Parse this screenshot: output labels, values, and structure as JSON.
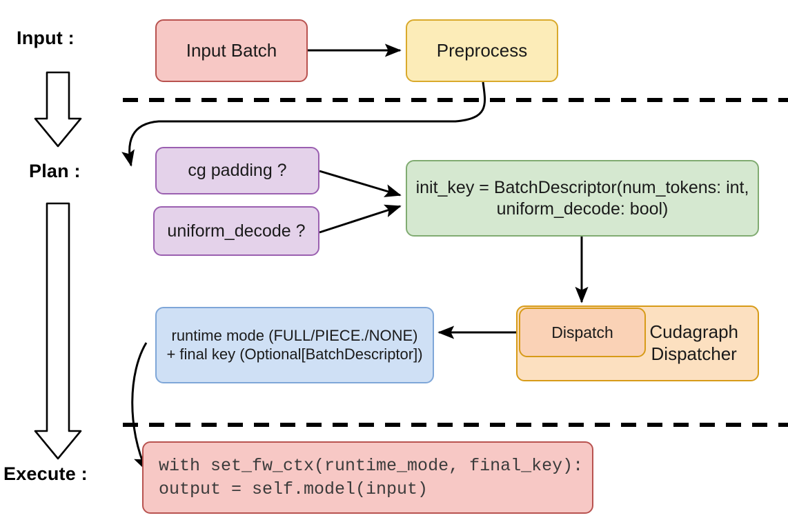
{
  "diagram": {
    "title_labels": {
      "input": "Input :",
      "plan": "Plan :",
      "execute": "Execute :"
    },
    "nodes": {
      "input_batch": {
        "label": "Input Batch",
        "fill": "#f7c8c5",
        "stroke": "#b8524f",
        "font_size": "26"
      },
      "preprocess": {
        "label": "Preprocess",
        "fill": "#fcecb8",
        "stroke": "#d9a92b",
        "font_size": "26"
      },
      "cg_padding": {
        "label": "cg padding ?",
        "fill": "#e4d2ea",
        "stroke": "#9a5fb0",
        "font_size": "25"
      },
      "uniform_decode": {
        "label": "uniform_decode ?",
        "fill": "#e4d2ea",
        "stroke": "#9a5fb0",
        "font_size": "25"
      },
      "init_key": {
        "label": "init_key = BatchDescriptor(num_tokens: int,\nuniform_decode: bool)",
        "fill": "#d5e8d0",
        "stroke": "#80ab71",
        "font_size": "25"
      },
      "cudagraph_dispatcher": {
        "label": "Cudagraph\nDispatcher",
        "fill": "#fce0c0",
        "stroke": "#d79b18",
        "font_size": "26"
      },
      "dispatch": {
        "label": "Dispatch",
        "fill": "#fad2b6",
        "stroke": "#d79b18",
        "font_size": "23"
      },
      "runtime_mode": {
        "label": "runtime mode (FULL/PIECE./NONE)\n+ final key (Optional[BatchDescriptor])",
        "fill": "#cfe0f5",
        "stroke": "#7ea6d8",
        "font_size": "22"
      },
      "execute_code": {
        "label": "with set_fw_ctx(runtime_mode, final_key):\n    output = self.model(input)",
        "fill": "#f7c8c5",
        "stroke": "#b8524f",
        "font_size": "25"
      }
    },
    "edges": [
      {
        "name": "input-batch-to-preprocess",
        "kind": "straight-arrow"
      },
      {
        "name": "preprocess-to-plan-section",
        "kind": "curved-arrow"
      },
      {
        "name": "cg-padding-to-init-key",
        "kind": "straight-arrow"
      },
      {
        "name": "uniform-decode-to-init-key",
        "kind": "straight-arrow"
      },
      {
        "name": "init-key-to-cudagraph-dispatcher",
        "kind": "straight-arrow"
      },
      {
        "name": "dispatch-to-runtime-mode",
        "kind": "straight-arrow"
      },
      {
        "name": "runtime-mode-to-execute-code",
        "kind": "curved-arrow"
      }
    ],
    "dividers": [
      {
        "name": "input-plan-divider"
      },
      {
        "name": "plan-execute-divider"
      }
    ],
    "flow_arrows": [
      {
        "name": "flow-arrow-input-to-plan"
      },
      {
        "name": "flow-arrow-plan-to-execute"
      }
    ],
    "colors": {
      "edge_stroke": "#000000",
      "divider_stroke": "#000000",
      "background": "#ffffff"
    }
  }
}
